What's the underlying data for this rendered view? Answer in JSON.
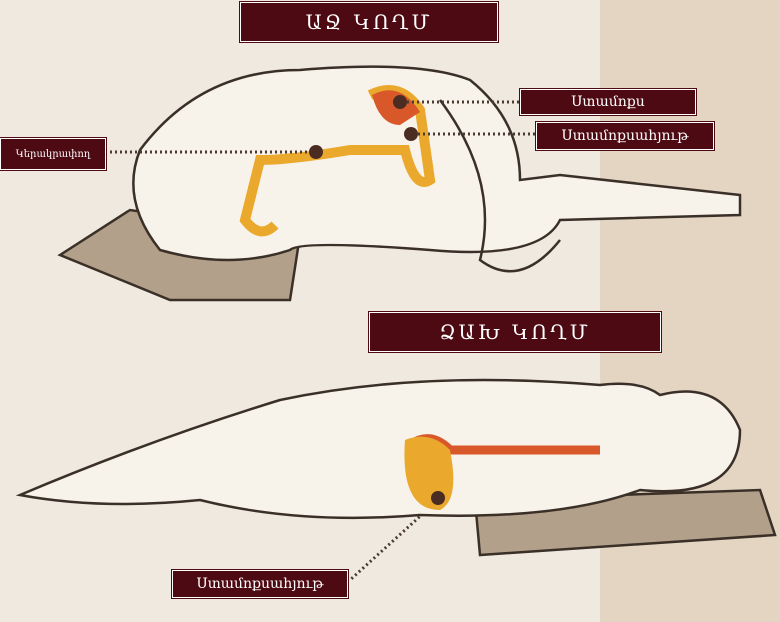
{
  "right_side": {
    "title": "ԱՋ ԿՈՂՄ",
    "stomach": "Ստամոքս",
    "gastric_juice": "Ստամոքսահյութ",
    "esophagus": "Կերակրափող"
  },
  "left_side": {
    "title": "ՁԱԽ ԿՈՂՄ",
    "gastric_juice": "Ստամոքսահյութ"
  },
  "colors": {
    "label_bg": "#4e0a12",
    "stomach_red": "#d9582a",
    "juice_yellow": "#eaa92c"
  }
}
